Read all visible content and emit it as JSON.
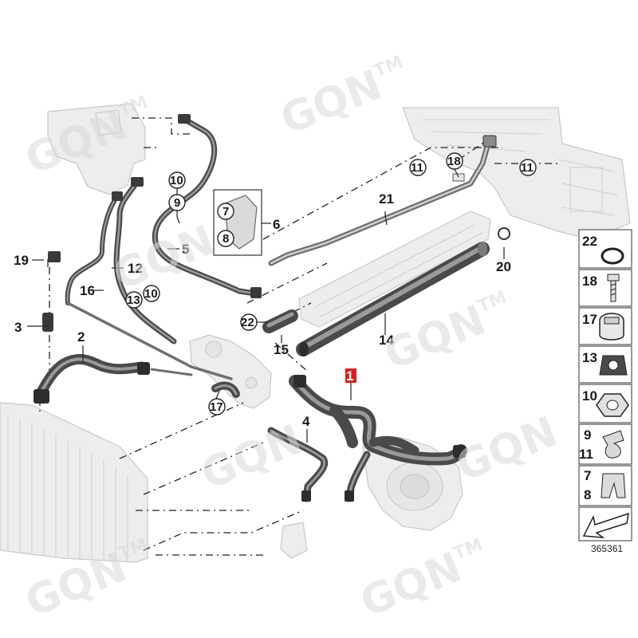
{
  "watermark": {
    "text": "GQN",
    "tm": "TM"
  },
  "diagram": {
    "reference_number": "365361",
    "highlighted_part": "1",
    "callouts": {
      "p1": "1",
      "p2": "2",
      "p3": "3",
      "p4": "4",
      "p5": "5",
      "p6": "6",
      "p7": "7",
      "p8": "8",
      "p9": "9",
      "p10a": "10",
      "p10b": "10",
      "p11a": "11",
      "p11b": "11",
      "p12": "12",
      "p13": "13",
      "p14": "14",
      "p15": "15",
      "p16": "16",
      "p17": "17",
      "p18": "18",
      "p19": "19",
      "p20": "20",
      "p21": "21",
      "p22": "22"
    }
  },
  "legend": {
    "items": [
      {
        "labels": [
          "22"
        ],
        "icon": "o-ring-icon"
      },
      {
        "labels": [
          "18"
        ],
        "icon": "bolt-icon"
      },
      {
        "labels": [
          "17"
        ],
        "icon": "hose-clamp-icon"
      },
      {
        "labels": [
          "13"
        ],
        "icon": "rubber-bushing-icon"
      },
      {
        "labels": [
          "10"
        ],
        "icon": "hex-nut-icon"
      },
      {
        "labels": [
          "9",
          "11"
        ],
        "icon": "pipe-clip-icon"
      },
      {
        "labels": [
          "7",
          "8"
        ],
        "icon": "bracket-clip-icon"
      },
      {
        "labels": [],
        "icon": "direction-arrow-icon"
      }
    ]
  }
}
